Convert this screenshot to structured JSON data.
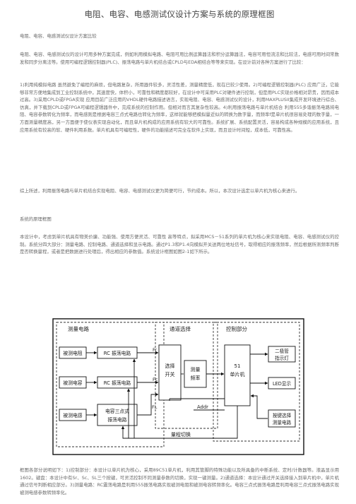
{
  "doc": {
    "title": "电阻、电容、电感测试仪设计方案与系统的原理框图",
    "subtitle": "电阻、电容、电感测试仪设计方案比较",
    "para1": "电阻、电容、电感测试仪的设计可用多种方案完成，例如利用模拟电路、电阻可用比例运算器法和积分运算器法，电容可用恒流法和比较法，电感可用时间常数发和同步分离法等。使用可编程逻辑控制器(PLC)、振荡电路与单片机结合或CPLD与EDA相结合等等来实现。在设计前对各种方案进行了比较：",
    "para2": "1)利用纯模拟电路 虽然避免了编程的麻烦，但电路复杂，所用器件较多，灵活性差，测量精度低，现在已较少使用。2)可编程逻辑控制器(PLC) 应用广泛，它能够非常方便地集成到工业控制系统中，其速度快，体积小，可靠性和精度都较好，在设计中可采用PLC对硬件进行控制，但是用PLC实现价格相对昂贵，因而成本过高。3)采用CPLD或FPGA实现 应用目前广泛应用的VHDL硬件电路描述语言，实现电阻、电容、电感测试仪的设计，利用MAXPLUSII集成开发环境进行综合、仿真，并下载到CPLD或FPGA可编程逻辑器件中，完成系统的控制作用。但相对而言其复杂性较高。4)利用振荡电路与单片机结合 利用555多谐振荡电路将电阻、电容参数转化为频率，而电感则是根据电容三点式电路也转化为频率，这样就能够把模拟量近似的转换为数字量，而频率f是单片机很容易处理的数字量，一方面测量精度高，另一方面便于使仪表实现自动化，而且单片机构成的应用系统有较大的可靠性。系统扩展、系统配置灵活，容易构成各种规模的应用系统，且应用系统有较高的软、硬件利用系数。单片机具有可编程性，硬件的功能描述可完全在软件上实现，而且设计时间短，成本低，可靠性高。",
    "para3": "综上所述，利用振荡电路与单片机结合实现电阻、电容、电感测试仪更为简便可行，节约成本。所以，本次设计选定以单片机为核心来进行。",
    "section2": "系统的原理框图",
    "para4": "本设计中，考虑到单片机具有物美价廉、功能强、使用方便灵活、可靠性 高等特点，拟采用MCS－51系列的单片机为核心来实现电阻、电容、电感测试仪的控制。系统分四大部分：测量电路、控制电路、通道选择和显示电路。通过P1.3和P1.4向模拟开关送两位地址信号，取得相应的振荡频率，然后根据所测频率判断是否转换量程，或者是把数据进行处理后，得出相应的参数值。系统设计框图如图2-1如下所示。",
    "para5": "框图各部分说明如下：1)控制部分：本设计以单片机为核心，采用89C51单片机，利用其管脚的特殊功能以及所具备的中断系统、定时/计数器等。液晶显示用1602。键盘：本设计中有Sr、Sc、SL三个按键，可灵活控制不同测量参数的切换，实现一键测量。2)通道选择：本设计通过开关选择接入到单片机中，单片机通过信号判断相应部分。3)测量电路：RC震荡电路是利用555振荡电路实现被测电阻和被测电容转频率化。电容三点式振荡电路是利用电容三点式振荡电路实现被测电感参数转频率化。"
  },
  "diagram": {
    "group_measure": "测量电路",
    "group_channel": "通道选择",
    "group_control": "控制部分",
    "res_label": "被测电阻",
    "cap_label": "被测电容",
    "ind_label": "被测电感",
    "rc_osc_1": "RC 振荡电路",
    "rc_osc_2": "RC 振荡电路",
    "cap3_line1": "电容三点式",
    "cap3_line2": "振荡电路",
    "fr": "Fr",
    "fc": "Fc",
    "fl": "FL",
    "sel_line1": "选择",
    "sel_line2": "开关",
    "meas_line1": "测量",
    "meas_line2": "频率",
    "mcu_line1": "51",
    "mcu_line2": "单片机",
    "addr": "Addr",
    "led_ind_line1": "二极管",
    "led_ind_line2": "指示灯",
    "led_display": "LED显示",
    "keys_line1": "按键选择",
    "keys_line2": "测量电路",
    "range_switch": "量程切换"
  }
}
